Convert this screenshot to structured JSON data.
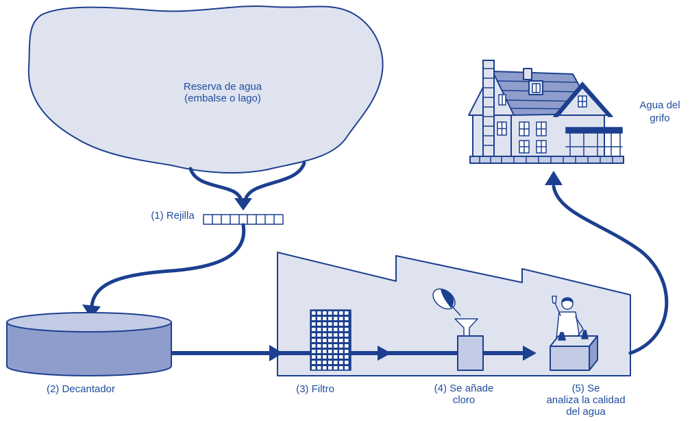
{
  "colors": {
    "stroke": "#1c3f8f",
    "fill": "#dfe3ef",
    "text": "#1f4c9e",
    "mid": "#8e9dcb",
    "light": "#c3cbe5"
  },
  "reservoir": {
    "line1": "Reserva de agua",
    "line2": "(embalse o lago)"
  },
  "steps": {
    "grate": "(1) Rejilla",
    "settling": "(2) Decantador",
    "filter": "(3) Filtro",
    "chlorine": [
      "(4) Se añade",
      "cloro"
    ],
    "analysis": [
      "(5) Se",
      "analiza la calidad",
      "del agua"
    ]
  },
  "tap_water": [
    "Agua del",
    "grifo"
  ]
}
